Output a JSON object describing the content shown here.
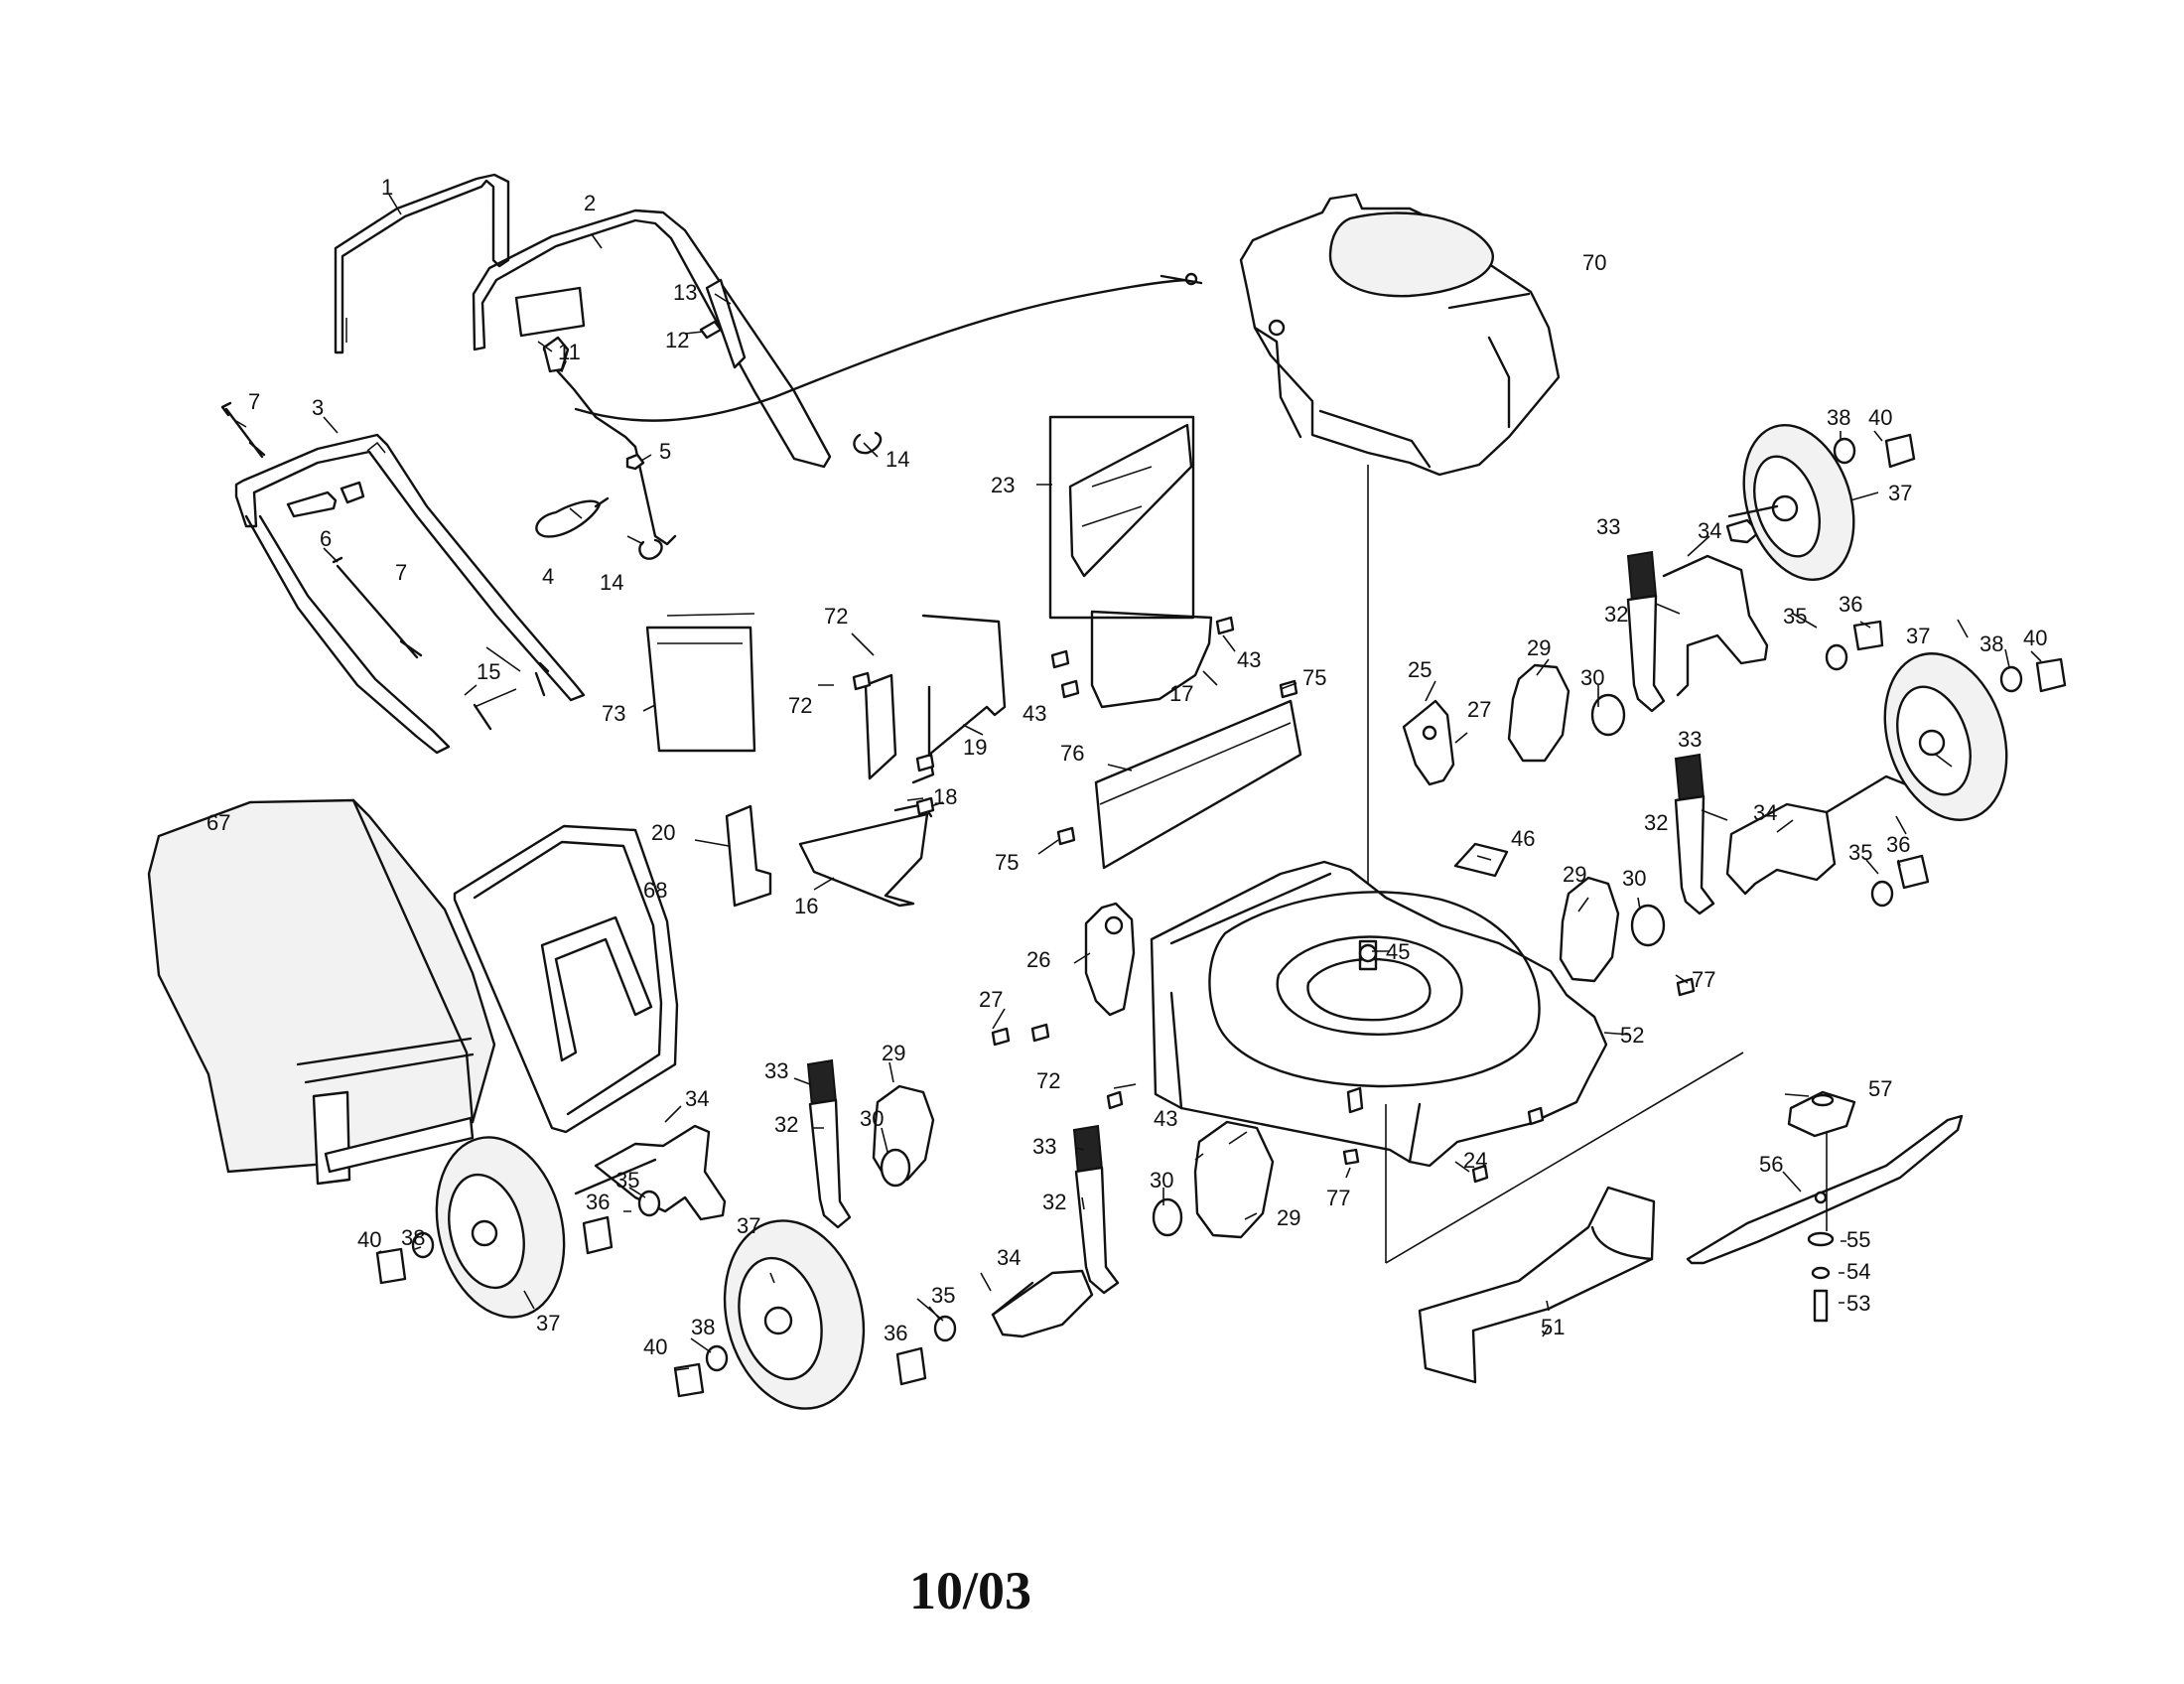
{
  "labels": [
    {
      "id": "l1",
      "text": "1"
    },
    {
      "id": "l2",
      "text": "2"
    },
    {
      "id": "l3",
      "text": "3"
    },
    {
      "id": "l4",
      "text": "4"
    },
    {
      "id": "l5",
      "text": "5"
    },
    {
      "id": "l6",
      "text": "6"
    },
    {
      "id": "l7a",
      "text": "7"
    },
    {
      "id": "l7b",
      "text": "7"
    },
    {
      "id": "l11",
      "text": "11"
    },
    {
      "id": "l12",
      "text": "12"
    },
    {
      "id": "l13",
      "text": "13"
    },
    {
      "id": "l14a",
      "text": "14"
    },
    {
      "id": "l14b",
      "text": "14"
    },
    {
      "id": "l15",
      "text": "15"
    },
    {
      "id": "l16",
      "text": "16"
    },
    {
      "id": "l17",
      "text": "17"
    },
    {
      "id": "l18",
      "text": "18"
    },
    {
      "id": "l19",
      "text": "19"
    },
    {
      "id": "l20",
      "text": "20"
    },
    {
      "id": "l23",
      "text": "23"
    },
    {
      "id": "l24",
      "text": "24"
    },
    {
      "id": "l25",
      "text": "25"
    },
    {
      "id": "l26",
      "text": "26"
    },
    {
      "id": "l27a",
      "text": "27"
    },
    {
      "id": "l27b",
      "text": "27"
    },
    {
      "id": "l29a",
      "text": "29"
    },
    {
      "id": "l29b",
      "text": "29"
    },
    {
      "id": "l29c",
      "text": "29"
    },
    {
      "id": "l29d",
      "text": "29"
    },
    {
      "id": "l30a",
      "text": "30"
    },
    {
      "id": "l30b",
      "text": "30"
    },
    {
      "id": "l30c",
      "text": "30"
    },
    {
      "id": "l30d",
      "text": "30"
    },
    {
      "id": "l32a",
      "text": "32"
    },
    {
      "id": "l32b",
      "text": "32"
    },
    {
      "id": "l32c",
      "text": "32"
    },
    {
      "id": "l32d",
      "text": "32"
    },
    {
      "id": "l33a",
      "text": "33"
    },
    {
      "id": "l33b",
      "text": "33"
    },
    {
      "id": "l33c",
      "text": "33"
    },
    {
      "id": "l33d",
      "text": "33"
    },
    {
      "id": "l34a",
      "text": "34"
    },
    {
      "id": "l34b",
      "text": "34"
    },
    {
      "id": "l34c",
      "text": "34"
    },
    {
      "id": "l34d",
      "text": "34"
    },
    {
      "id": "l35a",
      "text": "35"
    },
    {
      "id": "l35b",
      "text": "35"
    },
    {
      "id": "l35c",
      "text": "35"
    },
    {
      "id": "l35d",
      "text": "35"
    },
    {
      "id": "l36a",
      "text": "36"
    },
    {
      "id": "l36b",
      "text": "36"
    },
    {
      "id": "l36c",
      "text": "36"
    },
    {
      "id": "l36d",
      "text": "36"
    },
    {
      "id": "l37a",
      "text": "37"
    },
    {
      "id": "l37b",
      "text": "37"
    },
    {
      "id": "l37c",
      "text": "37"
    },
    {
      "id": "l37d",
      "text": "37"
    },
    {
      "id": "l38a",
      "text": "38"
    },
    {
      "id": "l38b",
      "text": "38"
    },
    {
      "id": "l38c",
      "text": "38"
    },
    {
      "id": "l38d",
      "text": "38"
    },
    {
      "id": "l40a",
      "text": "40"
    },
    {
      "id": "l40b",
      "text": "40"
    },
    {
      "id": "l40c",
      "text": "40"
    },
    {
      "id": "l40d",
      "text": "40"
    },
    {
      "id": "l43a",
      "text": "43"
    },
    {
      "id": "l43b",
      "text": "43"
    },
    {
      "id": "l43c",
      "text": "43"
    },
    {
      "id": "l45",
      "text": "45"
    },
    {
      "id": "l46",
      "text": "46"
    },
    {
      "id": "l51",
      "text": "51"
    },
    {
      "id": "l52",
      "text": "52"
    },
    {
      "id": "l53",
      "text": "53"
    },
    {
      "id": "l54",
      "text": "54"
    },
    {
      "id": "l55",
      "text": "55"
    },
    {
      "id": "l56",
      "text": "56"
    },
    {
      "id": "l57",
      "text": "57"
    },
    {
      "id": "l67",
      "text": "67"
    },
    {
      "id": "l68",
      "text": "68"
    },
    {
      "id": "l70",
      "text": "70"
    },
    {
      "id": "l72a",
      "text": "72"
    },
    {
      "id": "l72b",
      "text": "72"
    },
    {
      "id": "l72c",
      "text": "72"
    },
    {
      "id": "l73",
      "text": "73"
    },
    {
      "id": "l75a",
      "text": "75"
    },
    {
      "id": "l75b",
      "text": "75"
    },
    {
      "id": "l76",
      "text": "76"
    },
    {
      "id": "l77a",
      "text": "77"
    },
    {
      "id": "l77b",
      "text": "77"
    }
  ],
  "footer": {
    "date": "10/03"
  }
}
